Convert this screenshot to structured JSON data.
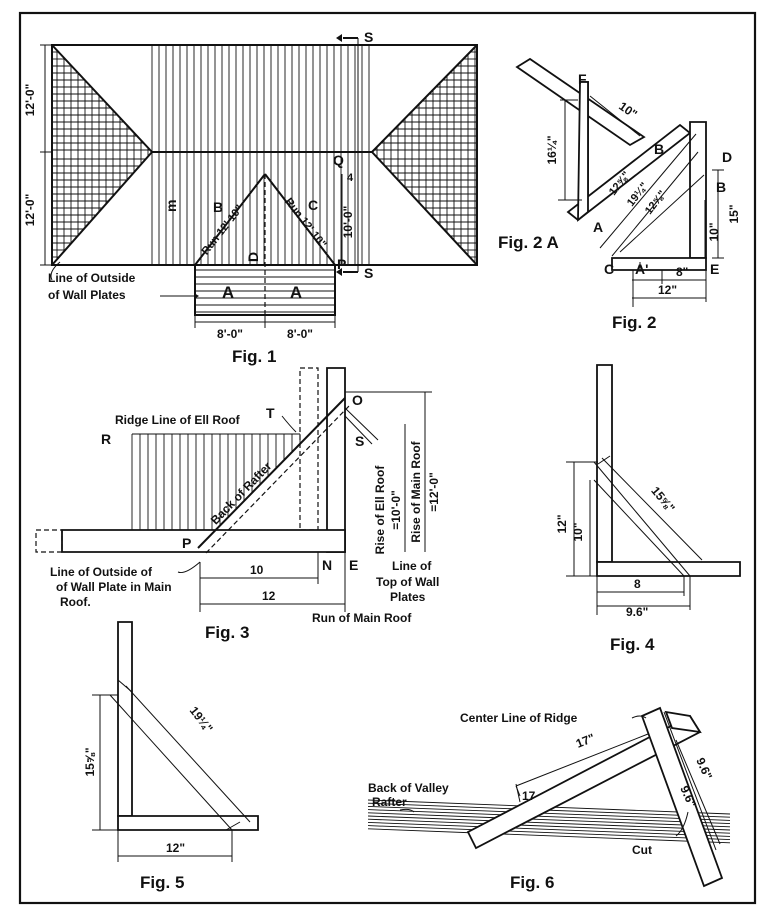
{
  "fig1": {
    "caption": "Fig. 1",
    "dim_upper": "12'-0\"",
    "dim_lower": "12'-0\"",
    "dim_ell_rise": "10'-0\"",
    "dim_left": "8'-0\"",
    "dim_right": "8'-0\"",
    "rafter_left": "Run 12' 10\"",
    "rafter_right": "Run 12' 10\"",
    "note_line1": "Line of Outside",
    "note_line2": "of Wall Plates",
    "labels": {
      "S_top": "S",
      "S_bottom": "S",
      "Q": "Q",
      "P": "P",
      "A_left": "A",
      "A_right": "A",
      "B": "B",
      "C": "C",
      "D": "D",
      "m": "m",
      "tick": "4"
    }
  },
  "fig2": {
    "caption": "Fig. 2",
    "caption_a": "Fig. 2 A",
    "dim_10": "10\"",
    "dim_16": "16¼\"",
    "dim_12a": "12⅝\"",
    "dim_19": "19¼\"",
    "dim_12b": "12⅝\"",
    "dim_10v": "10\"",
    "dim_15": "15\"",
    "dim_8": "8\"",
    "dim_12": "12\"",
    "labels": {
      "F": "F",
      "B1": "B",
      "D": "D",
      "B2": "B",
      "A1": "A",
      "C": "C",
      "A2": "A'",
      "E": "E"
    }
  },
  "fig3": {
    "caption": "Fig. 3",
    "ridge_note": "Ridge Line of Ell Roof",
    "back_rafter": "Back of Rafter",
    "rise_ell1": "Rise of Ell Roof",
    "rise_ell2": "=10'-0\"",
    "rise_main1": "Rise of Main Roof",
    "rise_main2": "=12'-0\"",
    "top_wall1": "Line of",
    "top_wall2": "Top of Wall",
    "top_wall3": "Plates",
    "outside1": "Line of Outside of",
    "outside2": "of Wall Plate in Main",
    "outside3": "Roof.",
    "run_main": "Run of Main Roof",
    "dim_10": "10",
    "dim_12": "12",
    "labels": {
      "R": "R",
      "T": "T",
      "O": "O",
      "S": "S",
      "P": "P",
      "N": "N",
      "E": "E"
    }
  },
  "fig4": {
    "caption": "Fig. 4",
    "dim_12": "12\"",
    "dim_10": "10\"",
    "dim_diag": "15⅝\"",
    "dim_8": "8",
    "dim_96": "9.6\""
  },
  "fig5": {
    "caption": "Fig. 5",
    "dim_v": "15⅝\"",
    "dim_diag": "19¼\"",
    "dim_12": "12\""
  },
  "fig6": {
    "caption": "Fig. 6",
    "ridge_note": "Center Line of Ridge",
    "valley1": "Back of Valley",
    "valley2": "Rafter",
    "cut": "Cut",
    "dim_17top": "17\"",
    "dim_17": "17",
    "dim_96a": "9.6\"",
    "dim_96b": "9.6\""
  }
}
